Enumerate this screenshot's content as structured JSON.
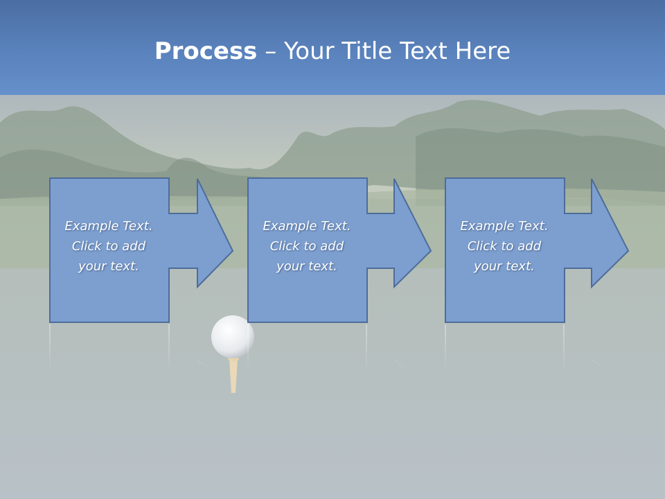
{
  "slide": {
    "title_bold": "Process",
    "title_rest": " – Your Title Text Here"
  },
  "steps": [
    {
      "line1": "Example Text.",
      "line2": "Click  to add",
      "line3": "your text."
    },
    {
      "line1": "Example Text.",
      "line2": "Click  to add",
      "line3": "your text."
    },
    {
      "line1": "Example Text.",
      "line2": "Click  to add",
      "line3": "your text."
    }
  ],
  "colors": {
    "header": "#5a82bc",
    "shape_fill": "#7c9fd0",
    "shape_border": "#4d6c9a",
    "text": "#ffffff"
  }
}
